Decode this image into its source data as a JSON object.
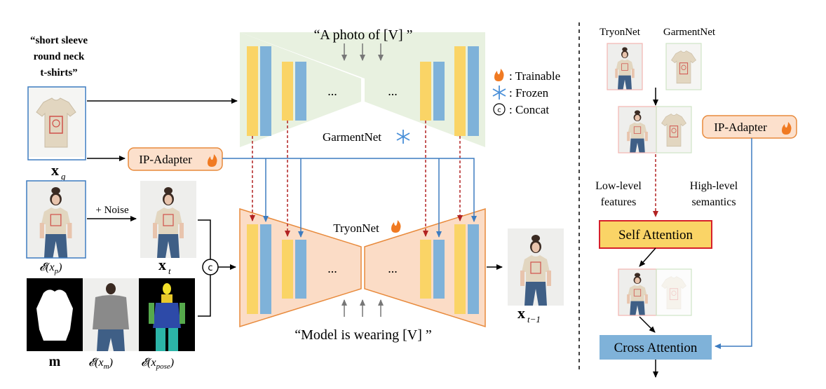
{
  "garment_prompt": {
    "line1": "“short sleeve",
    "line2": "round neck",
    "line3": "t-shirts”"
  },
  "garmentnet_prompt": "“A photo of [V] ”",
  "tryonnet_prompt": "“Model is wearing [V] ”",
  "garmentnet_label": "GarmentNet",
  "tryonnet_label": "TryonNet",
  "ip_adapter_label": "IP-Adapter",
  "noise_label": "+ Noise",
  "concat_symbol": "c",
  "ellipsis": "...",
  "math_labels": {
    "xg": "x",
    "xg_sub": "g",
    "enc_xp": "𝓔(x",
    "enc_xp_sub": "p",
    "xt": "x",
    "xt_sub": "t",
    "m": "m",
    "enc_xm": "𝓔(x",
    "enc_xm_sub": "m",
    "enc_xpose": "𝓔(x",
    "enc_xpose_sub": "pose",
    "close_paren": ")",
    "xt1": "x",
    "xt1_sub": "t−1"
  },
  "legend": {
    "trainable": ": Trainable",
    "frozen": ": Frozen",
    "concat": ": Concat"
  },
  "right_panel": {
    "tryonnet_header": "TryonNet",
    "garmentnet_header": "GarmentNet",
    "ip_adapter": "IP-Adapter",
    "low_level_line1": "Low-level",
    "low_level_line2": "features",
    "high_level_line1": "High-level",
    "high_level_line2": "semantics",
    "self_attention": "Self Attention",
    "cross_attention": "Cross Attention"
  },
  "colors": {
    "yellow": "#FAD466",
    "blue": "#7FB2D9",
    "garmentnet_bg": "#E8F1E0",
    "tryonnet_bg": "#FBDCC6",
    "tryonnet_border": "#E88A3C",
    "ip_bg": "#FCE0CC",
    "ip_border": "#E88A3C",
    "red_dashed": "#B22222",
    "blue_line": "#3D7CC0",
    "self_attn_bg": "#FAD466",
    "self_attn_border": "#D6202B",
    "cross_attn_bg": "#7FB2D9",
    "image_border_blue": "#3D7CC0",
    "image_border_pink": "#F3B5B0",
    "image_border_green": "#CFE4C6"
  }
}
